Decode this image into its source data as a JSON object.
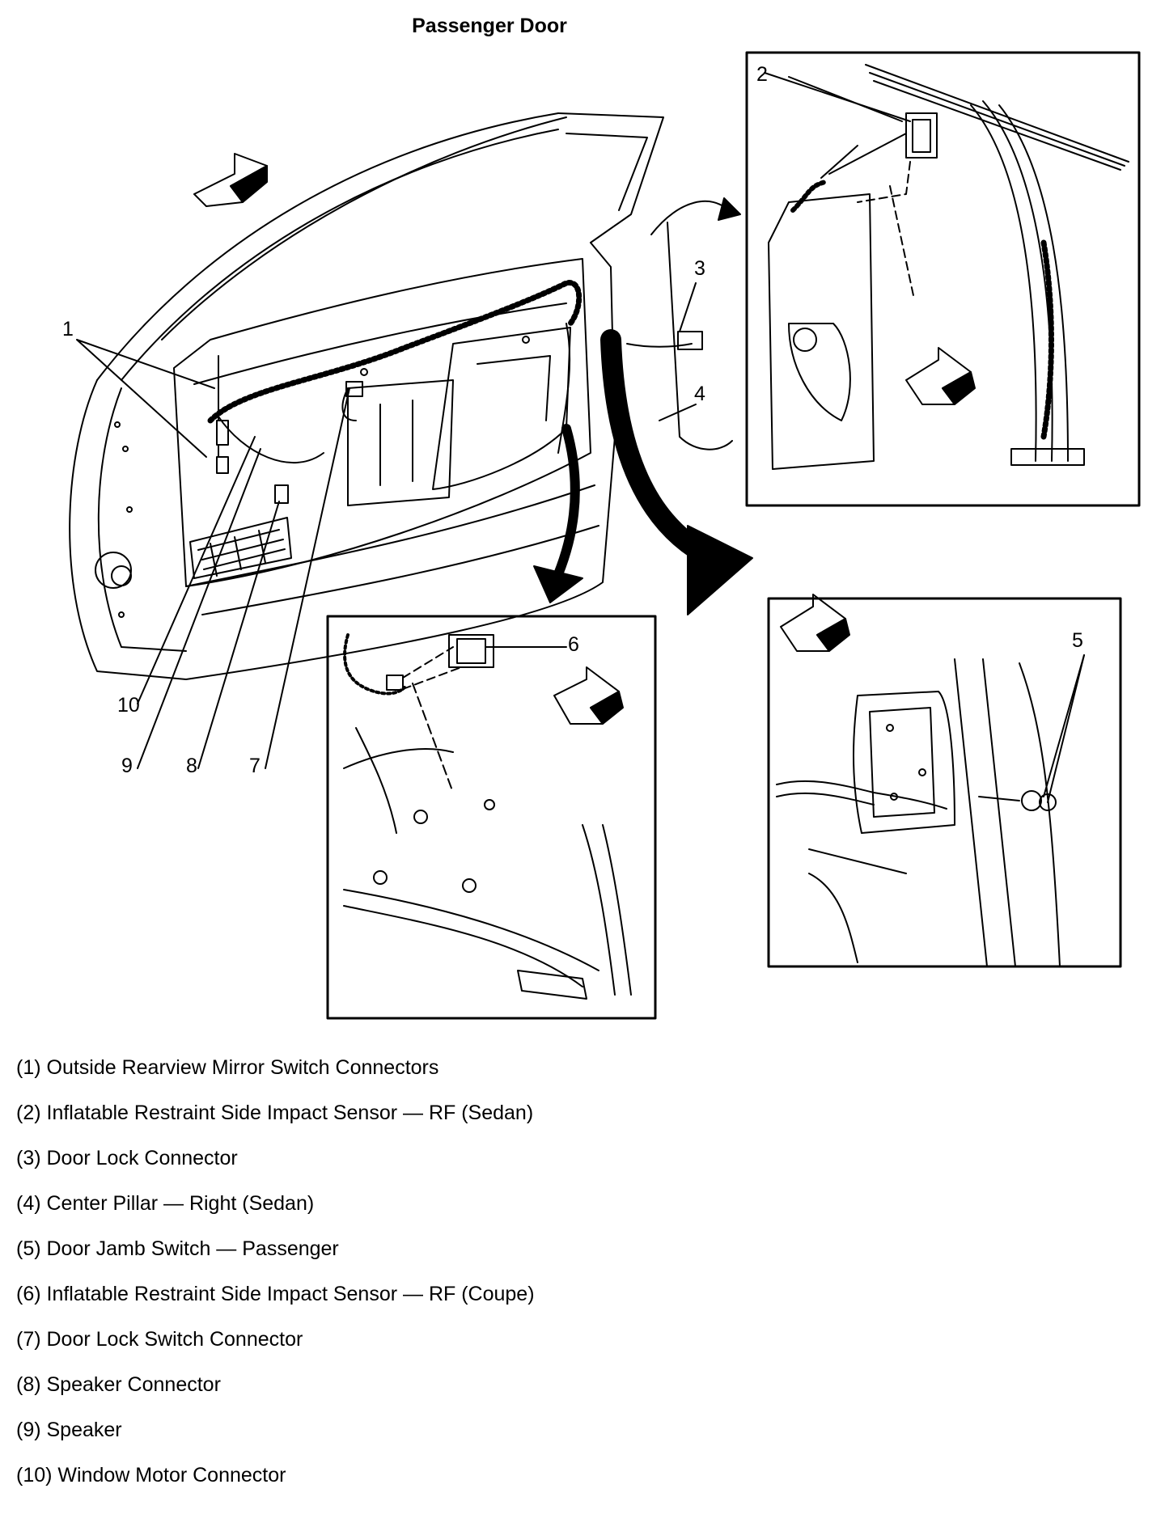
{
  "title": "Passenger Door",
  "callouts": [
    "1",
    "2",
    "3",
    "4",
    "5",
    "6",
    "7",
    "8",
    "9",
    "10"
  ],
  "legend": [
    {
      "label": "(1) Outside Rearview Mirror Switch Connectors"
    },
    {
      "label": "(2) Inflatable Restraint Side Impact Sensor — RF (Sedan)"
    },
    {
      "label": "(3) Door Lock Connector"
    },
    {
      "label": "(4) Center Pillar — Right (Sedan)"
    },
    {
      "label": "(5) Door Jamb Switch — Passenger"
    },
    {
      "label": "(6) Inflatable Restraint Side Impact Sensor — RF (Coupe)"
    },
    {
      "label": "(7) Door Lock Switch Connector"
    },
    {
      "label": "(8) Speaker Connector"
    },
    {
      "label": "(9) Speaker"
    },
    {
      "label": "(10) Window Motor Connector"
    }
  ],
  "colors": {
    "ink": "#000000",
    "paper": "#ffffff",
    "shade": "#9a9a9a"
  }
}
